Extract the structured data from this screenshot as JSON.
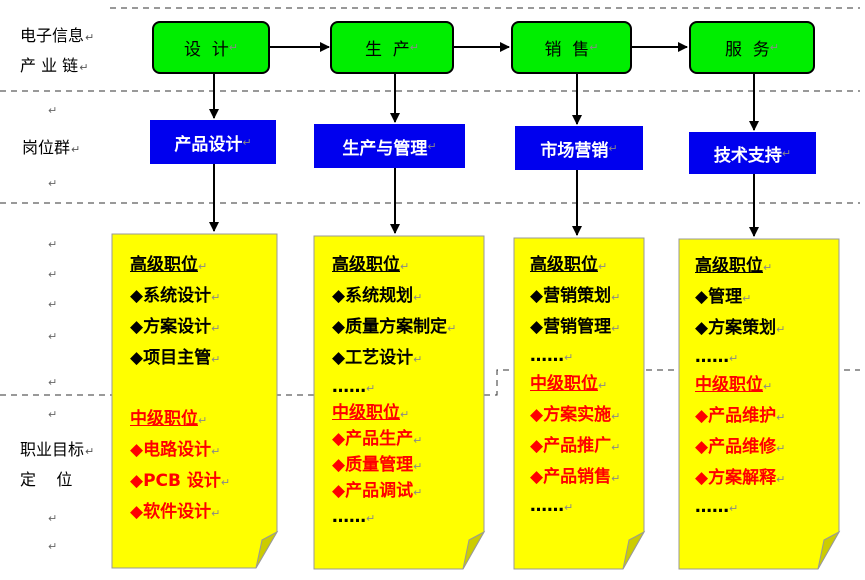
{
  "row_labels": {
    "chain_line1": "电子信息",
    "chain_line2": "产 业 链",
    "jobs": "岗位群",
    "target_line1": "职业目标",
    "target_line2": "定    位"
  },
  "chain": [
    "设  计",
    "生  产",
    "销  售",
    "服  务"
  ],
  "job_groups": [
    "产品设计",
    "生产与管理",
    "市场营销",
    "技术支持"
  ],
  "positions": [
    {
      "senior_title": "高级职位",
      "senior_items": [
        "◆系统设计",
        "◆方案设计",
        "◆项目主管"
      ],
      "mid_title": "中级职位",
      "mid_items": [
        "◆电路设计",
        "◆PCB 设计",
        "◆软件设计"
      ]
    },
    {
      "senior_title": "高级职位",
      "senior_items": [
        "◆系统规划",
        "◆质量方案制定",
        "◆工艺设计",
        "……"
      ],
      "mid_title": "中级职位",
      "mid_items": [
        "◆产品生产",
        "◆质量管理",
        "◆产品调试",
        "……"
      ]
    },
    {
      "senior_title": "高级职位",
      "senior_items": [
        "◆营销策划",
        "◆营销管理",
        "……"
      ],
      "mid_title": "中级职位",
      "mid_items": [
        "◆方案实施",
        "◆产品推广",
        "◆产品销售",
        "……"
      ]
    },
    {
      "senior_title": "高级职位",
      "senior_items": [
        "◆管理",
        "◆方案策划",
        "……"
      ],
      "mid_title": "中级职位",
      "mid_items": [
        "◆产品维护",
        "◆产品维修",
        "◆方案解释",
        "……"
      ]
    }
  ],
  "paragraph_mark": "↵",
  "colors": {
    "chain_fill": "#00ee00",
    "job_fill": "#0000ee",
    "note_fill": "#ffff00",
    "mid_text": "#ff0000"
  }
}
